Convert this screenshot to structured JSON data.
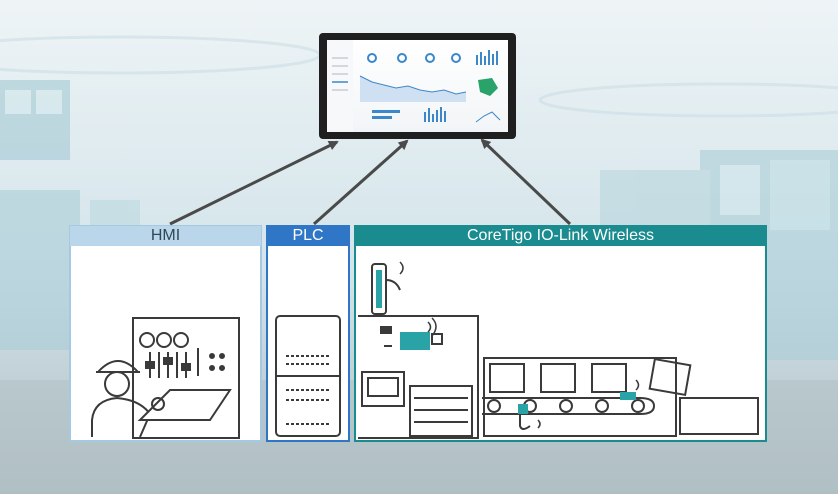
{
  "panels": {
    "hmi": {
      "title": "HMI",
      "header_color": "#b9d6ea",
      "border_color": "#a6c9e3"
    },
    "plc": {
      "title": "PLC",
      "header_color": "#2f77c6",
      "border_color": "#2f77c6"
    },
    "wireless": {
      "title": "CoreTigo IO-Link Wireless",
      "header_color": "#1a8c8f",
      "border_color": "#1a8c8f"
    }
  },
  "colors": {
    "arrow": "#4a4a4a",
    "line_art": "#3a3a3a",
    "accent_teal": "#29a3a6",
    "accent_blue": "#3b87c9",
    "background_top": "#e6f0f3",
    "background_floor": "#b8c7cc"
  },
  "icons": [
    "dashboard-tablet",
    "operator-icon",
    "control-panel-icon",
    "plc-cabinet-icon",
    "io-link-master-icon",
    "conveyor-icon",
    "wireless-signal-icon"
  ]
}
